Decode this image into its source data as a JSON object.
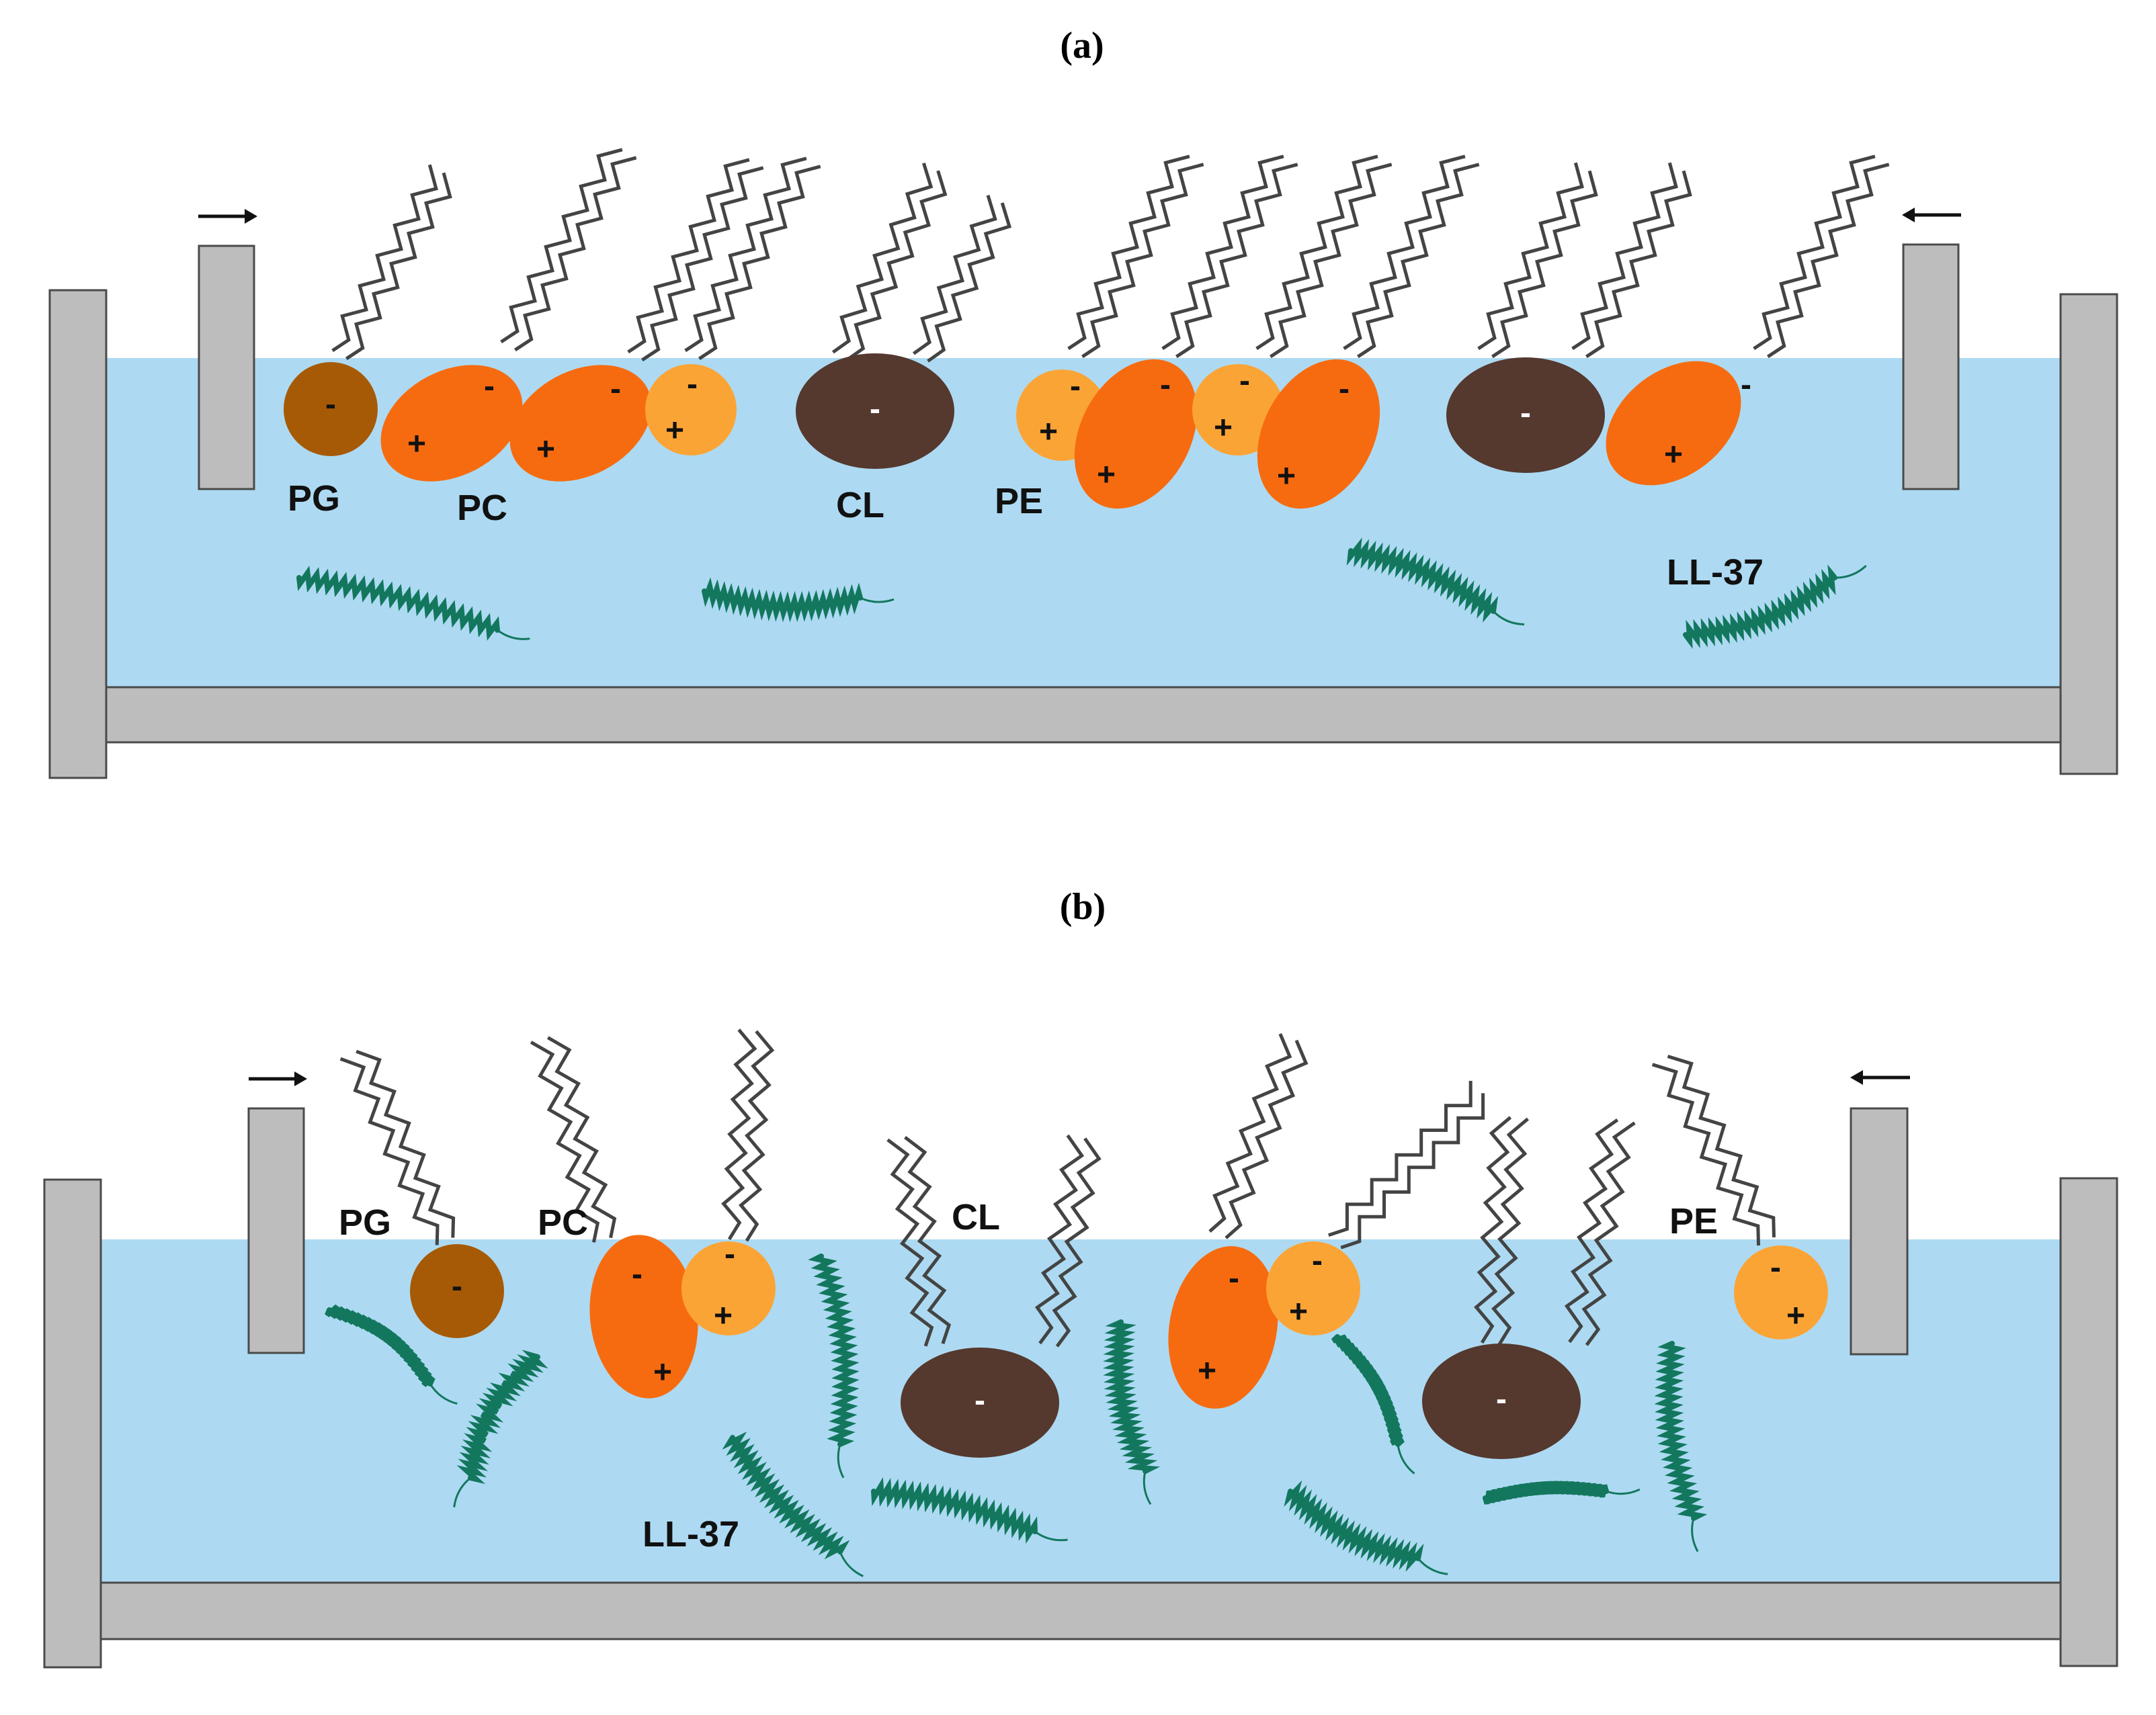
{
  "figure": {
    "panels": [
      {
        "id": "a",
        "label": "(a)",
        "lipid_labels": {
          "pg": "PG",
          "pc": "PC",
          "cl": "CL",
          "pe": "PE",
          "peptide": "LL-37"
        }
      },
      {
        "id": "b",
        "label": "(b)",
        "lipid_labels": {
          "pg": "PG",
          "pc": "PC",
          "cl": "CL",
          "pe": "PE",
          "peptide": "LL-37"
        }
      }
    ],
    "signs": {
      "negative": "-",
      "positive": "+"
    },
    "colors": {
      "subphase": "#ADDAF2",
      "trough": "#BDBDBD",
      "trough_outline": "#4A4A4A",
      "pg": "#A65A06",
      "pc": "#F76B10",
      "pe": "#FBA436",
      "cl": "#55382E",
      "peptide": "#13775E",
      "tail": "#444444"
    },
    "icons": [
      "right-arrow-icon",
      "left-arrow-icon"
    ]
  }
}
